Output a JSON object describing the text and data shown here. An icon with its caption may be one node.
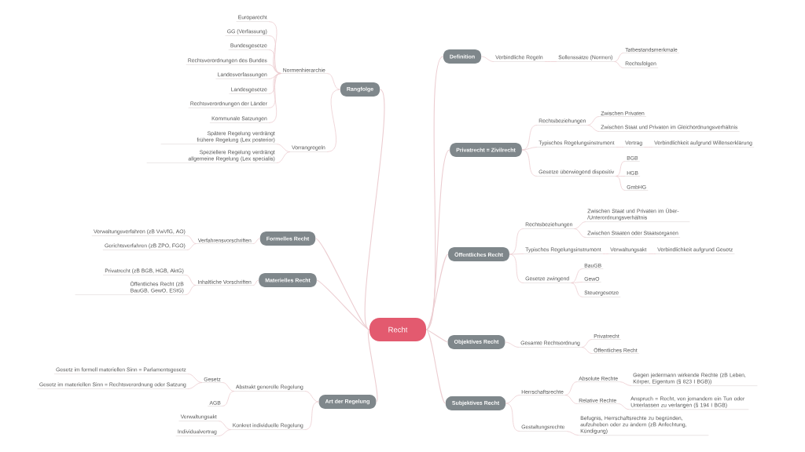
{
  "diagram": {
    "nodes": [
      {
        "text": [
          "Recht"
        ]
      },
      {
        "text": [
          "Definition"
        ]
      },
      {
        "text": [
          "Verbindliche Regeln"
        ]
      },
      {
        "text": [
          "Sollenssätze (Normen)"
        ]
      },
      {
        "text": [
          "Tatbestandsmerkmale"
        ]
      },
      {
        "text": [
          "Rechtsfolgen"
        ]
      },
      {
        "text": [
          "Privatrecht = Zivilrecht"
        ]
      },
      {
        "text": [
          "Rechtsbeziehungen"
        ]
      },
      {
        "text": [
          "Zwischen Privaten"
        ]
      },
      {
        "text": [
          "Zwischen Staat und Privaten im Gleichordnungsverhältnis"
        ]
      },
      {
        "text": [
          "Typisches Regelungsinstrument"
        ]
      },
      {
        "text": [
          "Vertrag"
        ]
      },
      {
        "text": [
          "Verbindlichkeit aufgrund Willenserklärung"
        ]
      },
      {
        "text": [
          "Gesetze überwiegend dispositiv"
        ]
      },
      {
        "text": [
          "BGB"
        ]
      },
      {
        "text": [
          "HGB"
        ]
      },
      {
        "text": [
          "GmbHG"
        ]
      },
      {
        "text": [
          "Öffentliches Recht"
        ]
      },
      {
        "text": [
          "Rechtsbeziehungen"
        ]
      },
      {
        "text": [
          "Zwischen Staat und Privaten im Über-/Unterordnungsverhältnis"
        ]
      },
      {
        "text": [
          "Zwischen Staaten oder Staatsorganen"
        ]
      },
      {
        "text": [
          "Typisches Regelungsinstrument"
        ]
      },
      {
        "text": [
          "Verwaltungsakt"
        ]
      },
      {
        "text": [
          "Verbindlichkeit aufgrund Gesetz"
        ]
      },
      {
        "text": [
          "Gesetze zwingend"
        ]
      },
      {
        "text": [
          "BauGB"
        ]
      },
      {
        "text": [
          "GewO"
        ]
      },
      {
        "text": [
          "Steuergesetze"
        ]
      },
      {
        "text": [
          "Objektives Recht"
        ]
      },
      {
        "text": [
          "Gesamte Rechtsordnung"
        ]
      },
      {
        "text": [
          "Privatrecht"
        ]
      },
      {
        "text": [
          "Öffentliches Recht"
        ]
      },
      {
        "text": [
          "Subjektives Recht"
        ]
      },
      {
        "text": [
          "Herrschaftsrechte"
        ]
      },
      {
        "text": [
          "Absolute Rechte"
        ]
      },
      {
        "text": [
          "Relative Rechte"
        ]
      },
      {
        "text": [
          "Gegen jedermann wirkende Rechte (zB Leben, Körper, Eigentum (§ 823 I BGB))"
        ]
      },
      {
        "text": [
          "Anspruch = Recht, von jemandem ein Tun oder Unterlassen zu verlangen (§ 194 I BGB)"
        ]
      },
      {
        "text": [
          "Gestaltungsrechte"
        ]
      },
      {
        "text": [
          "Befugnis, Herrschaftsrechte zu begründen, aufzuheben oder zu ändern (zB Anfechtung, Kündigung)"
        ]
      },
      {
        "text": [
          "Rangfolge"
        ]
      },
      {
        "text": [
          "Normenhierarchie"
        ]
      },
      {
        "text": [
          "Europarecht"
        ]
      },
      {
        "text": [
          "GG (Verfassung)"
        ]
      },
      {
        "text": [
          "Bundesgesetze"
        ]
      },
      {
        "text": [
          "Rechtsverordnungen des Bundes"
        ]
      },
      {
        "text": [
          "Landesverfassungen"
        ]
      },
      {
        "text": [
          "Landesgesetze"
        ]
      },
      {
        "text": [
          "Rechtsverordnungen der Länder"
        ]
      },
      {
        "text": [
          "Kommunale Satzungen"
        ]
      },
      {
        "text": [
          "Vorrangregeln"
        ]
      },
      {
        "text": [
          "Spätere Regelung verdrängt frühere Regelung (Lex posterior)"
        ]
      },
      {
        "text": [
          "Speziellere Regelung verdrängt allgemeine Regelung (Lex specialis)"
        ]
      },
      {
        "text": [
          "Formelles Recht"
        ]
      },
      {
        "text": [
          "Verfahrensvorschriften"
        ]
      },
      {
        "text": [
          "Verwaltungsverfahren (zB VwVfG, AO)"
        ]
      },
      {
        "text": [
          "Gerichtsverfahren (zB ZPO, FGO)"
        ]
      },
      {
        "text": [
          "Materielles Recht"
        ]
      },
      {
        "text": [
          "Inhaltliche Vorschriften"
        ]
      },
      {
        "text": [
          "Privatrecht (zB BGB, HGB, AktG)"
        ]
      },
      {
        "text": [
          "Öffentliches Recht (zB BauGB, GewO, EStG)"
        ]
      },
      {
        "text": [
          "Art der Regelung"
        ]
      },
      {
        "text": [
          "Abstrakt generelle Regelung"
        ]
      },
      {
        "text": [
          "Gesetz"
        ]
      },
      {
        "text": [
          "Gesetz im formell materiellen Sinn = Parlamentsgesetz"
        ]
      },
      {
        "text": [
          "Gesetz im materiellen Sinn = Rechtsverordnung oder Satzung"
        ]
      },
      {
        "text": [
          "AGB"
        ]
      },
      {
        "text": [
          "Konkret individuelle Regelung"
        ]
      },
      {
        "text": [
          "Verwaltungsakt"
        ]
      },
      {
        "text": [
          "Individualvertrag"
        ]
      }
    ],
    "edges": [
      {
        "from": 0,
        "to": 1,
        "arrow": "none"
      },
      {
        "from": 0,
        "to": 6,
        "arrow": "none"
      },
      {
        "from": 0,
        "to": 17,
        "arrow": "none"
      },
      {
        "from": 0,
        "to": 28,
        "arrow": "none"
      },
      {
        "from": 0,
        "to": 32,
        "arrow": "none"
      },
      {
        "from": 0,
        "to": 40,
        "arrow": "none"
      },
      {
        "from": 0,
        "to": 53,
        "arrow": "none"
      },
      {
        "from": 0,
        "to": 57,
        "arrow": "none"
      },
      {
        "from": 0,
        "to": 61,
        "arrow": "none"
      },
      {
        "from": 1,
        "to": 2,
        "arrow": "none"
      },
      {
        "from": 2,
        "to": 3,
        "arrow": "none"
      },
      {
        "from": 3,
        "to": 4,
        "arrow": "none"
      },
      {
        "from": 3,
        "to": 5,
        "arrow": "none"
      },
      {
        "from": 6,
        "to": 7,
        "arrow": "none"
      },
      {
        "from": 6,
        "to": 10,
        "arrow": "none"
      },
      {
        "from": 6,
        "to": 13,
        "arrow": "none"
      },
      {
        "from": 7,
        "to": 8,
        "arrow": "none"
      },
      {
        "from": 7,
        "to": 9,
        "arrow": "none"
      },
      {
        "from": 10,
        "to": 11,
        "arrow": "none"
      },
      {
        "from": 11,
        "to": 12,
        "arrow": "none"
      },
      {
        "from": 13,
        "to": 14,
        "arrow": "none"
      },
      {
        "from": 13,
        "to": 15,
        "arrow": "none"
      },
      {
        "from": 13,
        "to": 16,
        "arrow": "none"
      },
      {
        "from": 17,
        "to": 18,
        "arrow": "none"
      },
      {
        "from": 17,
        "to": 21,
        "arrow": "none"
      },
      {
        "from": 17,
        "to": 24,
        "arrow": "none"
      },
      {
        "from": 18,
        "to": 19,
        "arrow": "none"
      },
      {
        "from": 18,
        "to": 20,
        "arrow": "none"
      },
      {
        "from": 21,
        "to": 22,
        "arrow": "none"
      },
      {
        "from": 22,
        "to": 23,
        "arrow": "none"
      },
      {
        "from": 24,
        "to": 25,
        "arrow": "none"
      },
      {
        "from": 24,
        "to": 26,
        "arrow": "none"
      },
      {
        "from": 24,
        "to": 27,
        "arrow": "none"
      },
      {
        "from": 28,
        "to": 29,
        "arrow": "none"
      },
      {
        "from": 29,
        "to": 30,
        "arrow": "none"
      },
      {
        "from": 29,
        "to": 31,
        "arrow": "none"
      },
      {
        "from": 32,
        "to": 33,
        "arrow": "none"
      },
      {
        "from": 32,
        "to": 38,
        "arrow": "none"
      },
      {
        "from": 33,
        "to": 34,
        "arrow": "none"
      },
      {
        "from": 33,
        "to": 35,
        "arrow": "none"
      },
      {
        "from": 34,
        "to": 36,
        "arrow": "none"
      },
      {
        "from": 35,
        "to": 37,
        "arrow": "none"
      },
      {
        "from": 38,
        "to": 39,
        "arrow": "none"
      },
      {
        "from": 40,
        "to": 41,
        "arrow": "none"
      },
      {
        "from": 40,
        "to": 50,
        "arrow": "none"
      },
      {
        "from": 41,
        "to": 42,
        "arrow": "none"
      },
      {
        "from": 41,
        "to": 43,
        "arrow": "none"
      },
      {
        "from": 41,
        "to": 44,
        "arrow": "none"
      },
      {
        "from": 41,
        "to": 45,
        "arrow": "none"
      },
      {
        "from": 41,
        "to": 46,
        "arrow": "none"
      },
      {
        "from": 41,
        "to": 47,
        "arrow": "none"
      },
      {
        "from": 41,
        "to": 48,
        "arrow": "none"
      },
      {
        "from": 41,
        "to": 49,
        "arrow": "none"
      },
      {
        "from": 50,
        "to": 51,
        "arrow": "none"
      },
      {
        "from": 50,
        "to": 52,
        "arrow": "none"
      },
      {
        "from": 53,
        "to": 54,
        "arrow": "none"
      },
      {
        "from": 54,
        "to": 55,
        "arrow": "none"
      },
      {
        "from": 54,
        "to": 56,
        "arrow": "none"
      },
      {
        "from": 57,
        "to": 58,
        "arrow": "none"
      },
      {
        "from": 58,
        "to": 59,
        "arrow": "none"
      },
      {
        "from": 58,
        "to": 60,
        "arrow": "none"
      },
      {
        "from": 61,
        "to": 62,
        "arrow": "none"
      },
      {
        "from": 61,
        "to": 67,
        "arrow": "none"
      },
      {
        "from": 62,
        "to": 63,
        "arrow": "none"
      },
      {
        "from": 62,
        "to": 66,
        "arrow": "none"
      },
      {
        "from": 63,
        "to": 64,
        "arrow": "none"
      },
      {
        "from": 63,
        "to": 65,
        "arrow": "none"
      },
      {
        "from": 67,
        "to": 68,
        "arrow": "none"
      },
      {
        "from": 67,
        "to": 69,
        "arrow": "none"
      }
    ]
  }
}
